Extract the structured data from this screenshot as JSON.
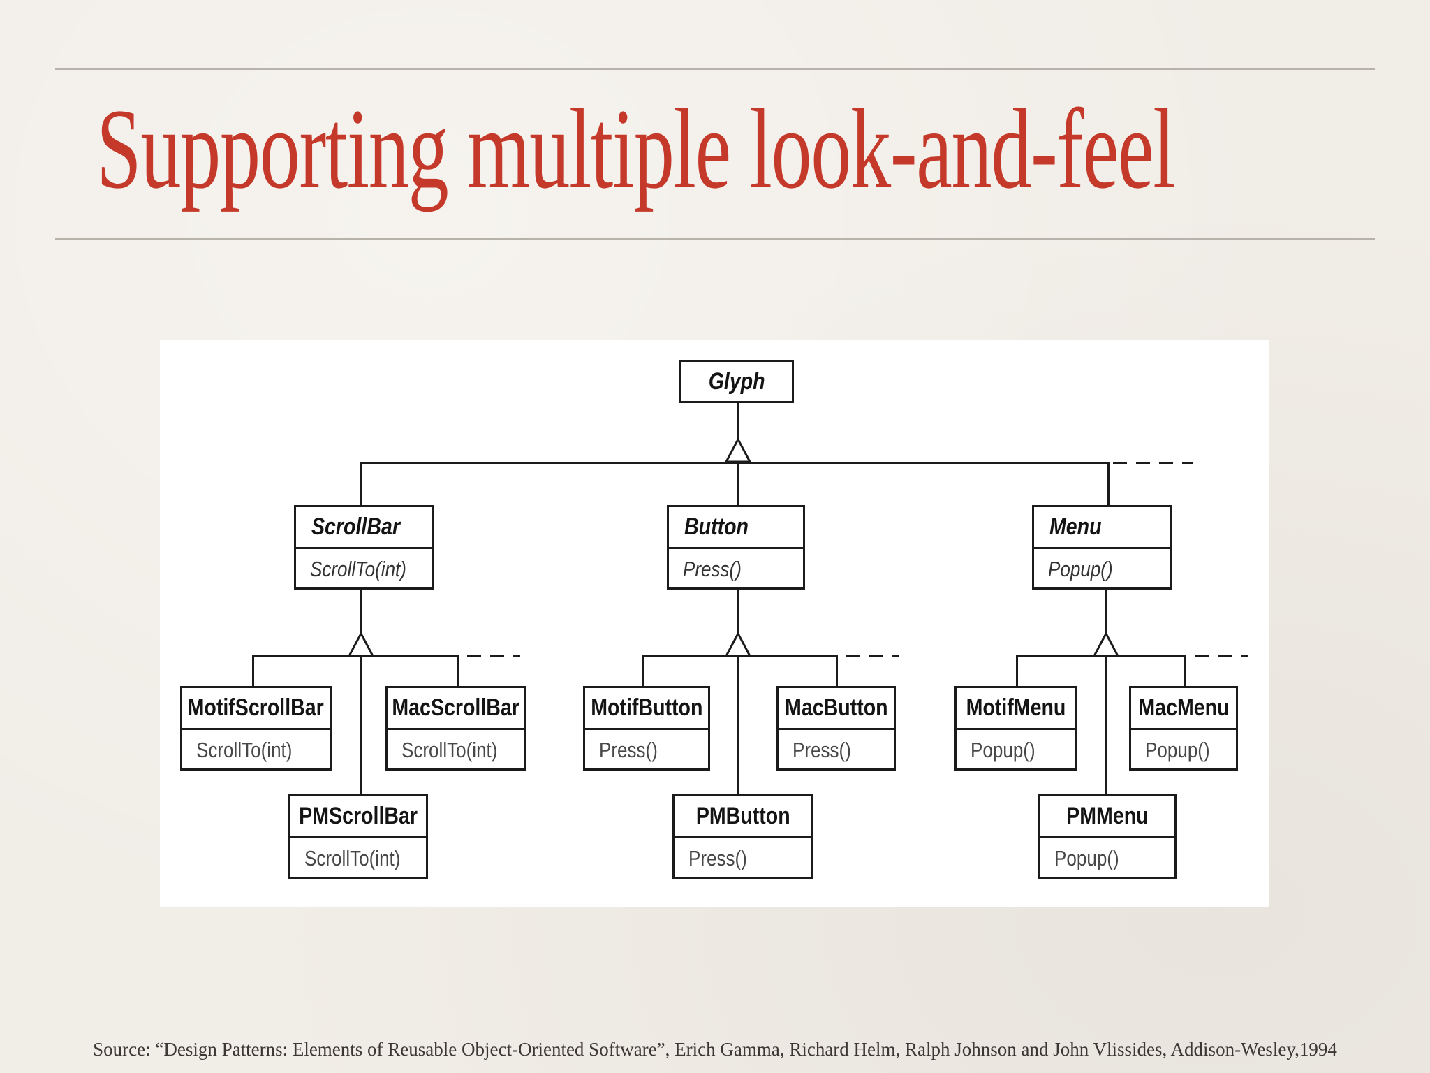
{
  "title": {
    "text": "Supporting multiple look-and-feel"
  },
  "footer": {
    "source": "Source: “Design Patterns: Elements of Reusable Object-Oriented Software”, Erich Gamma, Richard Helm, Ralph Johnson and John Vlissides, Addison-Wesley,1994"
  },
  "colors": {
    "title_red": "#c5392b",
    "rule_gray": "#b7b3ab",
    "diagram_ink": "#1b1b1b",
    "slide_background": "#f1ede7",
    "panel_background": "#ffffff"
  },
  "diagram": {
    "root": {
      "name": "Glyph",
      "abstract": true
    },
    "families": [
      {
        "parent": {
          "name": "ScrollBar",
          "method": "ScrollTo(int)",
          "abstract": true
        },
        "children": [
          {
            "name": "MotifScrollBar",
            "method": "ScrollTo(int)"
          },
          {
            "name": "MacScrollBar",
            "method": "ScrollTo(int)"
          },
          {
            "name": "PMScrollBar",
            "method": "ScrollTo(int)"
          }
        ]
      },
      {
        "parent": {
          "name": "Button",
          "method": "Press()",
          "abstract": true
        },
        "children": [
          {
            "name": "MotifButton",
            "method": "Press()"
          },
          {
            "name": "MacButton",
            "method": "Press()"
          },
          {
            "name": "PMButton",
            "method": "Press()"
          }
        ]
      },
      {
        "parent": {
          "name": "Menu",
          "method": "Popup()",
          "abstract": true
        },
        "children": [
          {
            "name": "MotifMenu",
            "method": "Popup()"
          },
          {
            "name": "MacMenu",
            "method": "Popup()"
          },
          {
            "name": "PMMenu",
            "method": "Popup()"
          }
        ]
      }
    ]
  }
}
